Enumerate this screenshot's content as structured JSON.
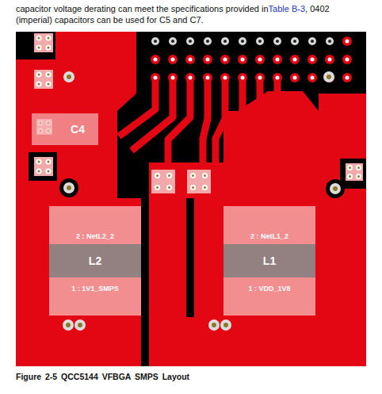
{
  "diagram": {
    "caption": "Figure 2-5 QCC5144 VFBGA SMPS Layout",
    "nodes": [
      {
        "text": [
          "C4"
        ]
      },
      {
        "text": [
          "2 : NetL2_2",
          "L2",
          "1 : 1V1_SMPS"
        ]
      },
      {
        "text": [
          "2 : NetL1_2",
          "L1",
          "1 : VDD_1V8"
        ]
      }
    ],
    "labels": [
      "capacitor voltage derating can meet the specifications provided in",
      "Table B-3",
      ", 0402 (imperial) capacitors can be used for C5 and C7."
    ]
  }
}
